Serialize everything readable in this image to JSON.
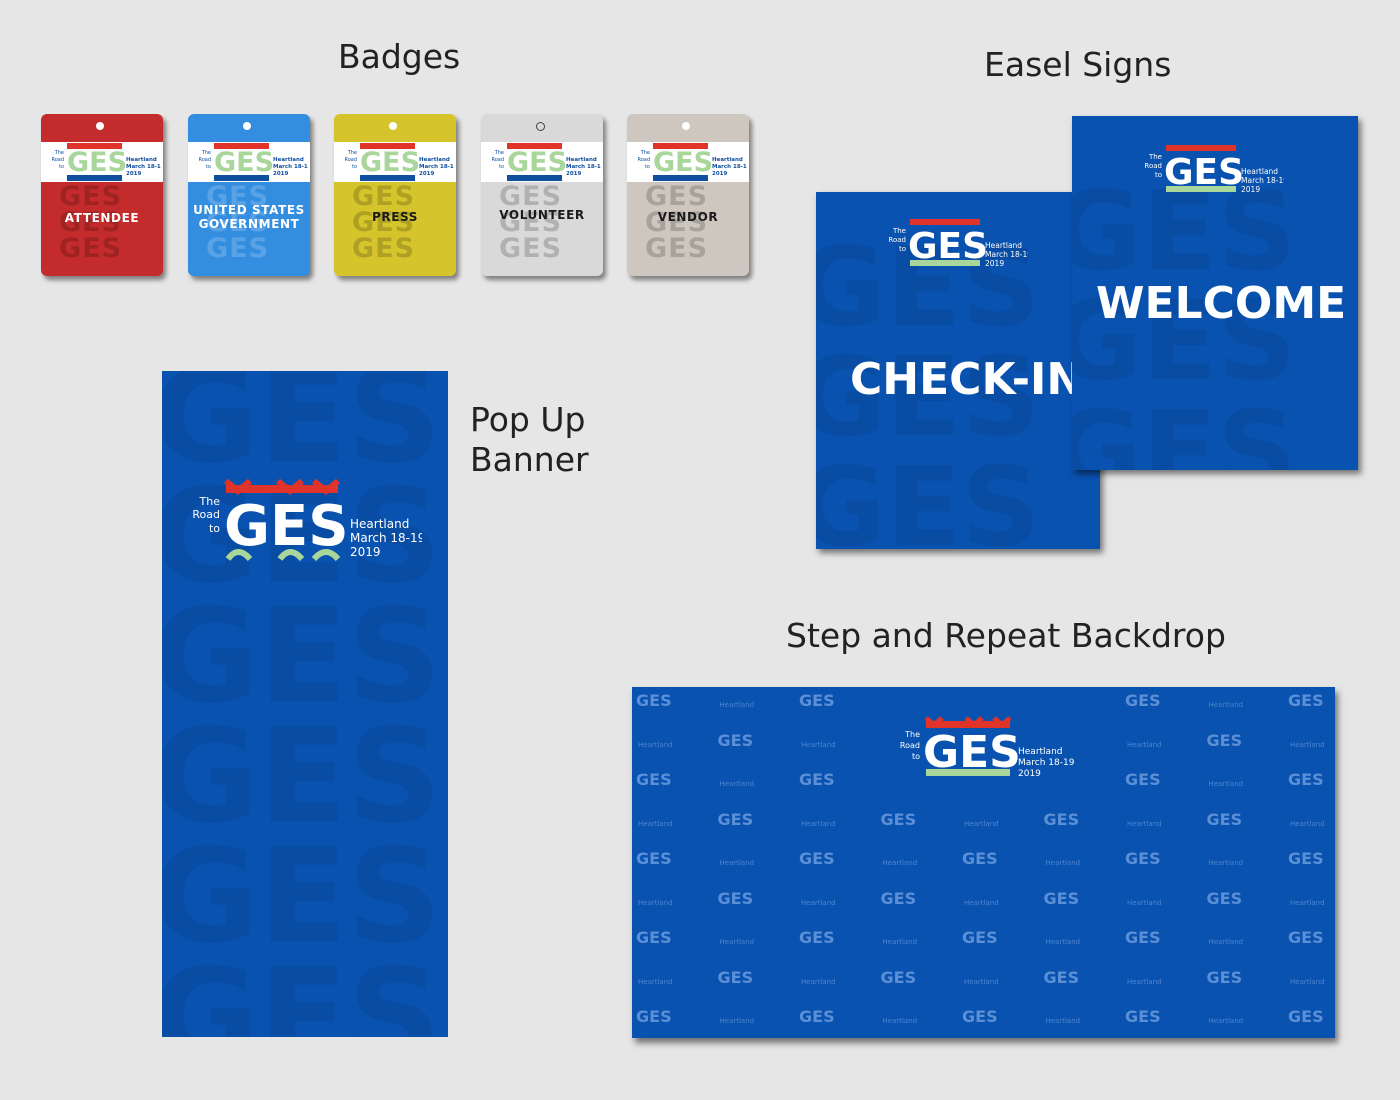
{
  "sections": {
    "badges": "Badges",
    "easel": "Easel Signs",
    "popup_line1": "Pop Up",
    "popup_line2": "Banner",
    "backdrop": "Step and Repeat Backdrop"
  },
  "logo": {
    "the": "The",
    "road": "Road",
    "to": "to",
    "mark": "GES",
    "region": "Heartland",
    "dates": "March 18-19",
    "year": "2019"
  },
  "badges": [
    {
      "line1": "ATTENDEE",
      "line2": "",
      "color": "#c42b2c",
      "text_color": "#ffffff"
    },
    {
      "line1": "UNITED STATES",
      "line2": "GOVERNMENT",
      "color": "#338ee0",
      "text_color": "#ffffff"
    },
    {
      "line1": "PRESS",
      "line2": "",
      "color": "#d5c42c",
      "text_color": "#1a1a1a"
    },
    {
      "line1": "VOLUNTEER",
      "line2": "",
      "color": "#d9d9d9",
      "text_color": "#1a1a1a"
    },
    {
      "line1": "VENDOR",
      "line2": "",
      "color": "#cdc7bf",
      "text_color": "#1a1a1a"
    }
  ],
  "easel_signs": {
    "back": "CHECK-IN",
    "front": "WELCOME"
  },
  "colors": {
    "brand_blue": "#0952b0",
    "logo_red": "#e0332a",
    "logo_green": "#a9d69a",
    "logo_navy": "#0f4fa0",
    "page_bg": "#e6e6e6"
  }
}
